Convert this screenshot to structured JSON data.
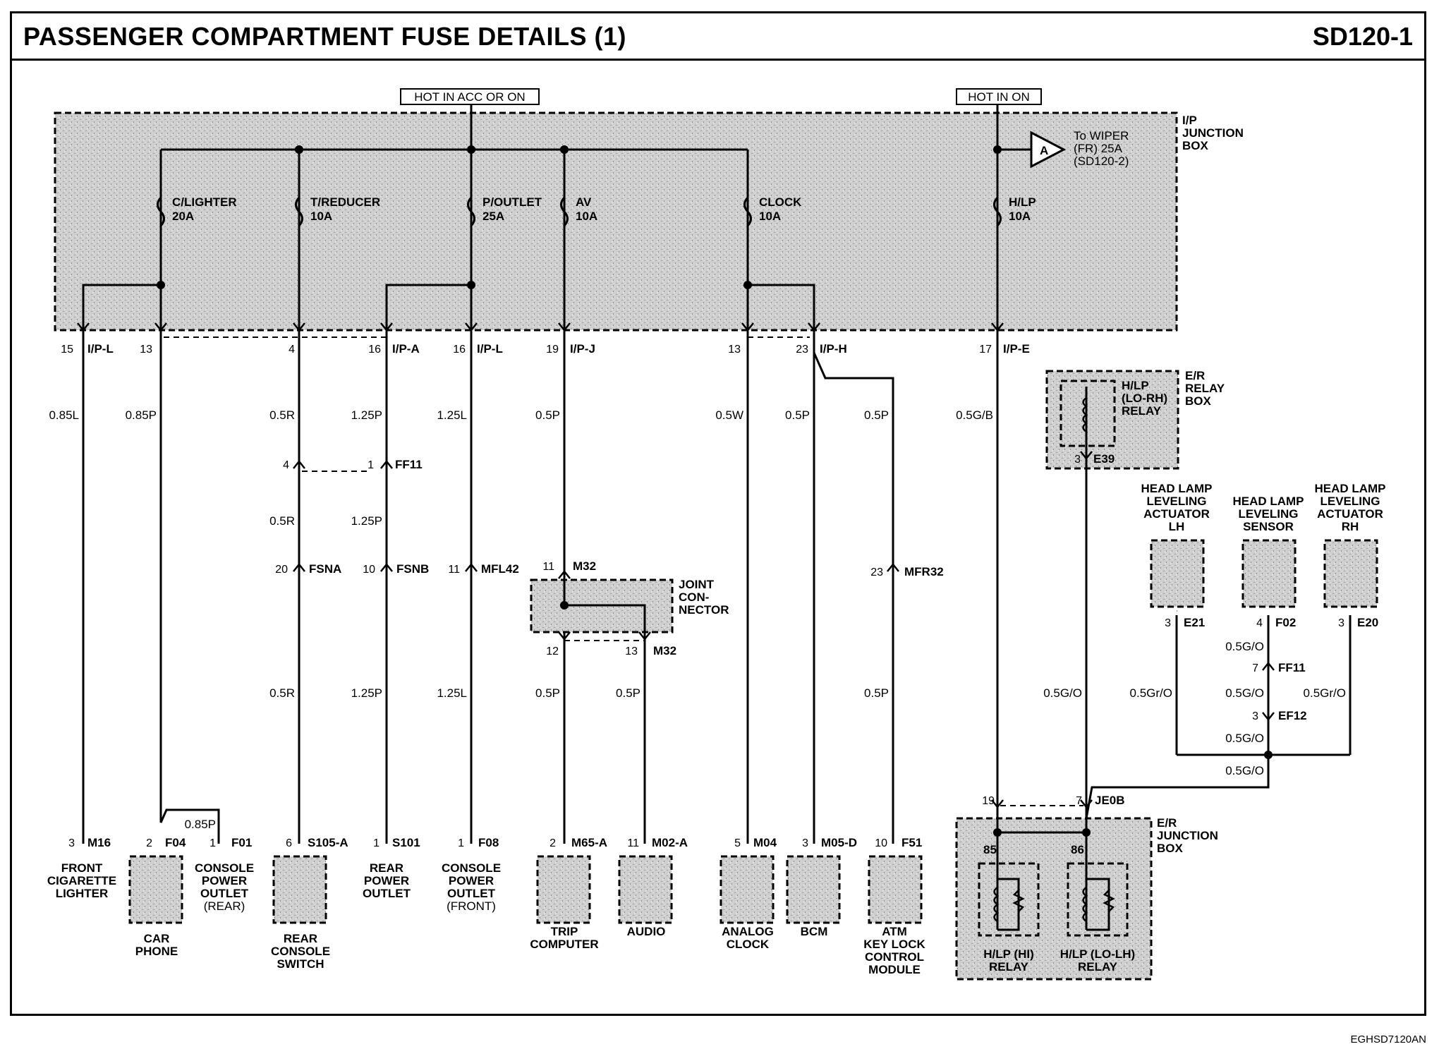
{
  "header": {
    "title": "PASSENGER COMPARTMENT FUSE DETAILS (1)",
    "code": "SD120-1"
  },
  "footer": {
    "figure_code": "EGHSD7120AN"
  },
  "power": {
    "acc_on": "HOT IN ACC OR ON",
    "on": "HOT IN ON"
  },
  "boxes": {
    "ip_junction": [
      "I/P",
      "JUNCTION",
      "BOX"
    ],
    "er_relay": [
      "E/R",
      "RELAY",
      "BOX"
    ],
    "er_junction": [
      "E/R",
      "JUNCTION",
      "BOX"
    ],
    "joint": [
      "JOINT",
      "CON-",
      "NECTOR"
    ]
  },
  "wiper": {
    "ref": "A",
    "lines": [
      "To WIPER",
      "(FR) 25A",
      "(SD120-2)"
    ]
  },
  "fuses": [
    {
      "name": "C/LIGHTER",
      "amp": "20A"
    },
    {
      "name": "T/REDUCER",
      "amp": "10A"
    },
    {
      "name": "P/OUTLET",
      "amp": "25A"
    },
    {
      "name": "AV",
      "amp": "10A"
    },
    {
      "name": "CLOCK",
      "amp": "10A"
    },
    {
      "name": "H/LP",
      "amp": "10A"
    }
  ],
  "connectors": {
    "p15": "15",
    "ipl1": "I/P-L",
    "p13a": "13",
    "p4": "4",
    "p16a": "16",
    "ipa": "I/P-A",
    "p16b": "16",
    "ipl2": "I/P-L",
    "p19": "19",
    "ipj": "I/P-J",
    "p13b": "13",
    "p23": "23",
    "iph": "I/P-H",
    "p17": "17",
    "ipe": "I/P-E",
    "ff11_4": "4",
    "ff11_1": "1",
    "ff11": "FF11",
    "fsna_p": "20",
    "fsna": "FSNA",
    "fsnb_p": "10",
    "fsnb": "FSNB",
    "mfl42_p": "11",
    "mfl42": "MFL42",
    "m32_p11": "11",
    "m32a": "M32",
    "m32_p12": "12",
    "m32_p13": "13",
    "m32b": "M32",
    "mfr32_p": "23",
    "mfr32": "MFR32",
    "e39_p": "3",
    "e39": "E39",
    "e21_p": "3",
    "e21": "E21",
    "f02_p": "4",
    "f02": "F02",
    "e20_p": "3",
    "e20": "E20",
    "ff11b_p": "7",
    "ff11b": "FF11",
    "ef12_p": "3",
    "ef12": "EF12",
    "je0b_19": "19",
    "je0b_7": "7",
    "je0b": "JE0B",
    "r85": "85",
    "r86": "86"
  },
  "wires": {
    "w1": "0.85L",
    "w2": "0.85P",
    "w3": "0.5R",
    "w4": "1.25P",
    "w5": "1.25L",
    "w6": "0.5P",
    "w7": "0.5W",
    "w8": "0.5P",
    "w9": "0.5P",
    "w10": "0.5G/B",
    "w3b": "0.5R",
    "w4b": "1.25P",
    "w3c": "0.5R",
    "w4c": "1.25P",
    "w5c": "1.25L",
    "w6c": "0.5P",
    "w6d": "0.5P",
    "w9c": "0.5P",
    "w85p": "0.85P",
    "w_relay": "0.5G/O",
    "w_e21": "0.5Gr/O",
    "w_f02a": "0.5G/O",
    "w_f02b": "0.5G/O",
    "w_e20": "0.5Gr/O",
    "w_f02c": "0.5G/O",
    "w_f02d": "0.5G/O"
  },
  "components": [
    {
      "pin": "3",
      "conn": "M16",
      "lines": [
        "FRONT",
        "CIGARETTE",
        "LIGHTER"
      ]
    },
    {
      "pin": "2",
      "conn": "F04",
      "lines": [
        "CAR",
        "PHONE"
      ]
    },
    {
      "pin": "1",
      "conn": "F01",
      "lines": [
        "CONSOLE",
        "POWER",
        "OUTLET",
        "(REAR)"
      ]
    },
    {
      "pin": "6",
      "conn": "S105-A",
      "lines": [
        "REAR",
        "CONSOLE",
        "SWITCH"
      ]
    },
    {
      "pin": "1",
      "conn": "S101",
      "lines": [
        "REAR",
        "POWER",
        "OUTLET"
      ]
    },
    {
      "pin": "1",
      "conn": "F08",
      "lines": [
        "CONSOLE",
        "POWER",
        "OUTLET",
        "(FRONT)"
      ]
    },
    {
      "pin": "2",
      "conn": "M65-A",
      "lines": [
        "TRIP",
        "COMPUTER"
      ]
    },
    {
      "pin": "11",
      "conn": "M02-A",
      "lines": [
        "AUDIO"
      ]
    },
    {
      "pin": "5",
      "conn": "M04",
      "lines": [
        "ANALOG",
        "CLOCK"
      ]
    },
    {
      "pin": "3",
      "conn": "M05-D",
      "lines": [
        "BCM"
      ]
    },
    {
      "pin": "10",
      "conn": "F51",
      "lines": [
        "ATM",
        "KEY LOCK",
        "CONTROL",
        "MODULE"
      ]
    }
  ],
  "leveling": [
    {
      "lines": [
        "HEAD LAMP",
        "LEVELING",
        "ACTUATOR",
        "LH"
      ]
    },
    {
      "lines": [
        "HEAD LAMP",
        "LEVELING",
        "SENSOR"
      ]
    },
    {
      "lines": [
        "HEAD LAMP",
        "LEVELING",
        "ACTUATOR",
        "RH"
      ]
    }
  ],
  "relays": {
    "lo_rh": [
      "H/LP",
      "(LO-RH)",
      "RELAY"
    ],
    "hi": [
      "H/LP (HI)",
      "RELAY"
    ],
    "lo_lh": [
      "H/LP (LO-LH)",
      "RELAY"
    ]
  }
}
